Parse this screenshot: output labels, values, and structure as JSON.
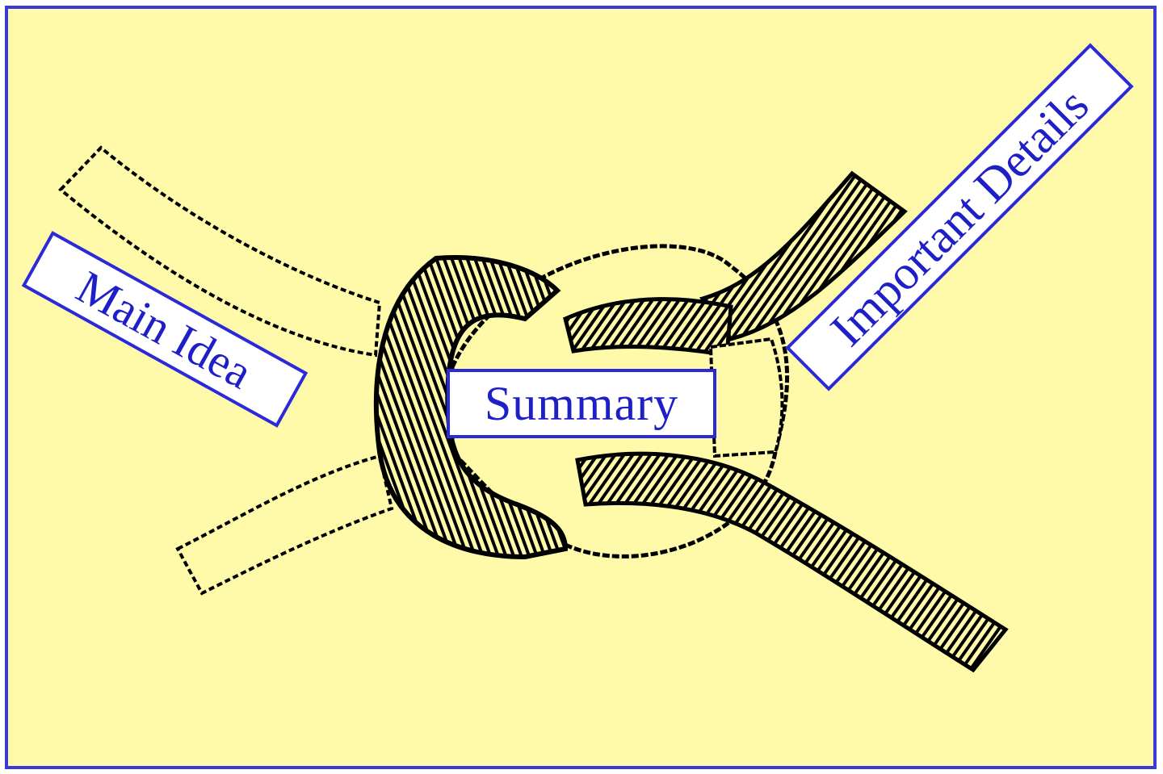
{
  "labels": {
    "main_idea": "Main Idea",
    "summary": "Summary",
    "important_details": "Important Details"
  },
  "colors": {
    "background": "#fefaa9",
    "border": "#3a3ad6",
    "label_text": "#1f1fc8",
    "rope_outline": "#000000",
    "rope_light_fill": "#fefaa9",
    "rope_hatch": "#000000"
  },
  "icons": {
    "knot": "reef-knot-icon"
  }
}
